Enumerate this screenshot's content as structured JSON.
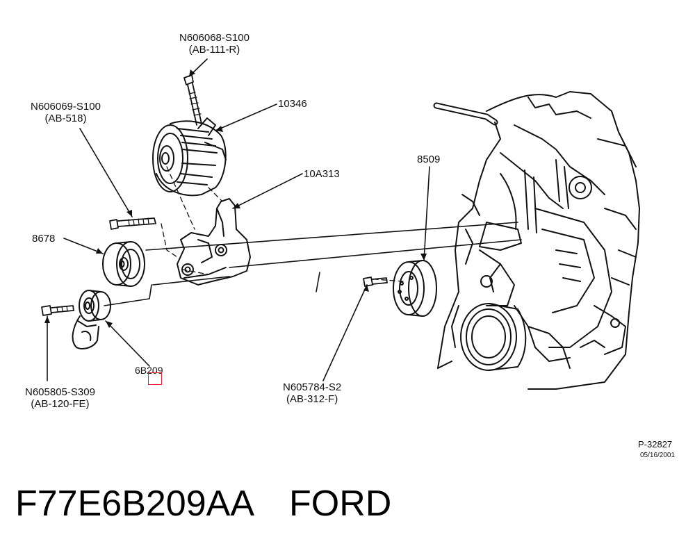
{
  "callouts": {
    "n606068": {
      "part": "N606068-S100",
      "code": "(AB-111-R)"
    },
    "n606069": {
      "part": "N606069-S100",
      "code": "(AB-518)"
    },
    "p10346": {
      "part": "10346"
    },
    "p10a313": {
      "part": "10A313"
    },
    "p8509": {
      "part": "8509"
    },
    "p8678": {
      "part": "8678"
    },
    "p6b209": {
      "part": "6B209"
    },
    "n605805": {
      "part": "N605805-S309",
      "code": "(AB-120-FE)"
    },
    "n605784": {
      "part": "N605784-S2",
      "code": "(AB-312-F)"
    }
  },
  "figure": {
    "id": "P-32827",
    "date": "05/16/2001"
  },
  "footer": {
    "part_number": "F77E6B209AA",
    "brand": "FORD"
  },
  "colors": {
    "highlight": "#e0262b",
    "line": "#111111"
  }
}
